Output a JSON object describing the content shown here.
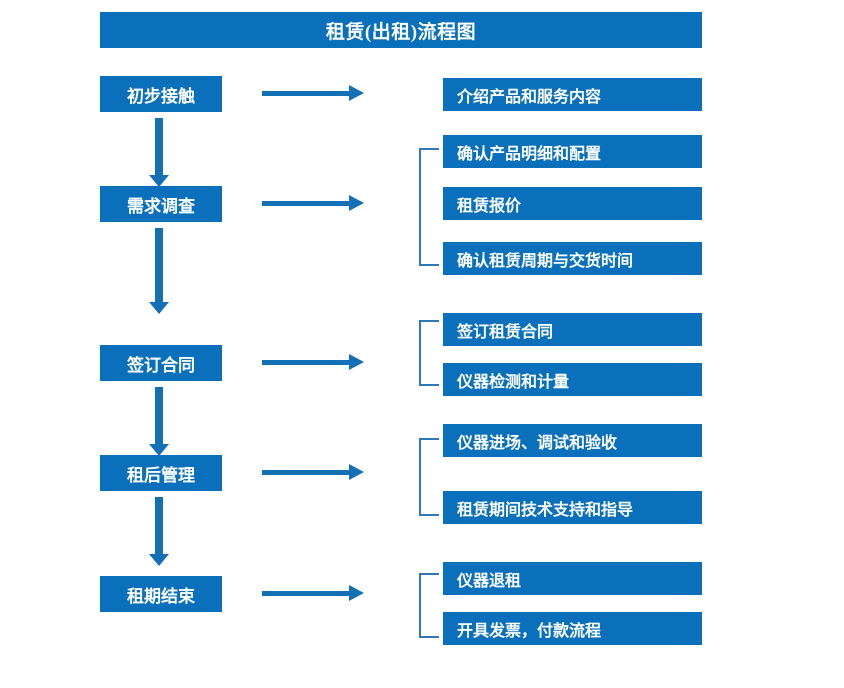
{
  "diagram": {
    "title": "租赁(出租)流程图",
    "theme": {
      "box_fill": "#0a70bc",
      "box_text": "#ffffff",
      "arrow": "#1470b4",
      "bracket": "#2f77b5",
      "background": "#ffffff"
    },
    "stages": [
      {
        "id": "initial-contact",
        "label": "初步接触",
        "details": [
          "介绍产品和服务内容"
        ],
        "bracketed": false
      },
      {
        "id": "demand-survey",
        "label": "需求调查",
        "details": [
          "确认产品明细和配置",
          "租赁报价",
          "确认租赁周期与交货时间"
        ],
        "bracketed": true
      },
      {
        "id": "sign-contract",
        "label": "签订合同",
        "details": [
          "签订租赁合同",
          "仪器检测和计量"
        ],
        "bracketed": true
      },
      {
        "id": "post-rental-management",
        "label": "租后管理",
        "details": [
          "仪器进场、调试和验收",
          "租赁期间技术支持和指导"
        ],
        "bracketed": true
      },
      {
        "id": "lease-end",
        "label": "租期结束",
        "details": [
          "仪器退租",
          "开具发票，付款流程"
        ],
        "bracketed": true
      }
    ]
  }
}
